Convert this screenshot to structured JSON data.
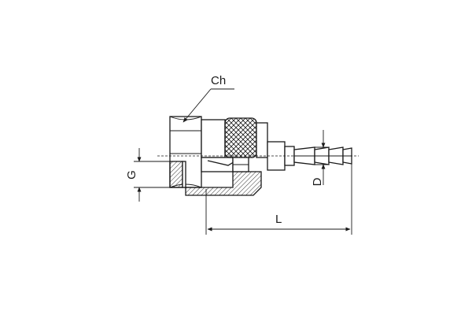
{
  "labels": {
    "hex": "Ch",
    "thread": "G",
    "hose_diameter": "D",
    "length": "L"
  }
}
